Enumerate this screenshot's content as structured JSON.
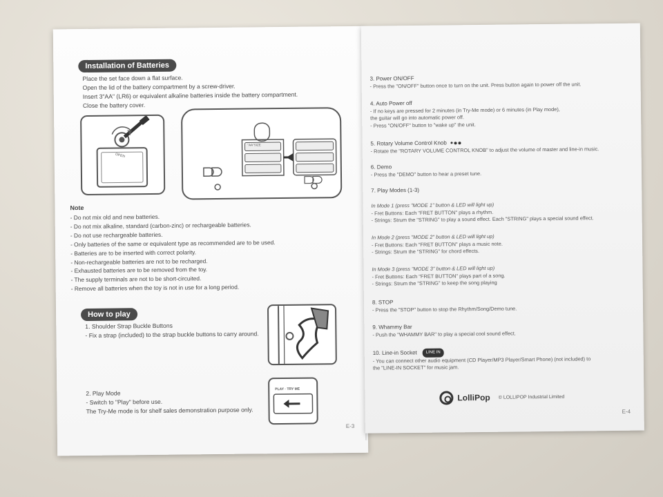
{
  "left_page": {
    "installation": {
      "heading": "Installation of Batteries",
      "lines": [
        "Place the set face down a flat surface.",
        "Open the lid of the battery compartment by a screw-driver.",
        "Insert 3\"AA\" (LR6) or equivalent alkaline batteries inside the battery compartment.",
        "Close the battery cover."
      ]
    },
    "diagram_labels": {
      "open": "OPEN",
      "battery_label": "\"AA\"SIZE"
    },
    "note": {
      "heading": "Note",
      "items": [
        "-  Do not mix old and new batteries.",
        "-  Do not mix alkaline, standard (carbon-zinc) or rechargeable batteries.",
        "-  Do not use rechargeable batteries.",
        "-  Only batteries of the same or equivalent type as recommended are to be used.",
        "-  Batteries are to be inserted with correct polarity.",
        "-  Non-rechargeable batteries are not to be recharged.",
        "-  Exhausted batteries are to be removed from the toy.",
        "-  The supply terminals are not to be short-circuited.",
        "-  Remove all batteries when the toy is not in use for a long period."
      ]
    },
    "how_to_play": {
      "heading": "How to play",
      "item1_title": "1. Shoulder Strap Buckle Buttons",
      "item1_text": "- Fix a strap (included) to the strap buckle buttons to carry around.",
      "item2_title": "2. Play Mode",
      "item2_text1": "- Switch to \"Play\" before use.",
      "item2_text2": "The Try-Me mode is for shelf sales demonstration purpose only.",
      "switch_label": "PLAY · TRY ME"
    },
    "page_number": "E-3"
  },
  "right_page": {
    "items": [
      {
        "title": "3. Power ON/OFF",
        "lines": [
          "- Press the \"ON/OFF\" button once to turn on the unit.  Press button again to power off the unit."
        ]
      },
      {
        "title": "4. Auto Power off",
        "lines": [
          "- If no keys are pressed for 2 minutes (in Try-Me mode) or 6 minutes (in Play mode),",
          "the guitar will go into automatic power off.",
          "- Press \"ON/OFF\" button to \"wake up\" the unit."
        ]
      },
      {
        "title": "5. Rotary Volume Control Knob",
        "lines": [
          "- Rotate the \"ROTARY VOLUME CONTROL KNOB\" to adjust the volume of master and line-in music."
        ]
      },
      {
        "title": "6. Demo",
        "lines": [
          "- Press the \"DEMO\" button to hear a preset tune."
        ]
      },
      {
        "title": "7. Play Modes (1-3)",
        "lines": []
      }
    ],
    "modes": [
      {
        "title": "In Mode 1 (press \"MODE 1\" button & LED will light up)",
        "lines": [
          "- Fret Buttons: Each \"FRET BUTTON\" plays a rhythm.",
          "- Strings: Strum the \"STRING\" to play a sound effect. Each \"STRING\" plays a special sound effect."
        ]
      },
      {
        "title": "In Mode 2 (press \"MODE 2\" button & LED will light up)",
        "lines": [
          "- Fret Buttons: Each \"FRET BUTTON\" plays a music note.",
          "- Strings: Strum the \"STRING\" for chord effects."
        ]
      },
      {
        "title": "In Mode 3 (press \"MODE 3\" button & LED will light up)",
        "lines": [
          "- Fret Buttons: Each \"FRET BUTTON\" plays part of a song.",
          "- Strings: Strum the \"STRING\" to keep the song playing"
        ]
      }
    ],
    "items2": [
      {
        "title": "8. STOP",
        "lines": [
          "- Press the \"STOP\" button to stop the Rhythm/Song/Demo tune."
        ]
      },
      {
        "title": "9. Whammy Bar",
        "lines": [
          "- Push the \"WHAMMY BAR\" to play a special cool sound effect."
        ]
      },
      {
        "title": "10. Line-in Socket",
        "lines": [
          "- You can connect other audio equipment (CD Player/MP3 Player/Smart Phone) (not included) to",
          "the \"LINE-IN SOCKET\" for music jam."
        ]
      }
    ],
    "line_in_badge": "LINE IN",
    "logo_word": "LolliPop",
    "copyright": "© LOLLIPOP Industrial Limited",
    "page_number": "E-4"
  }
}
